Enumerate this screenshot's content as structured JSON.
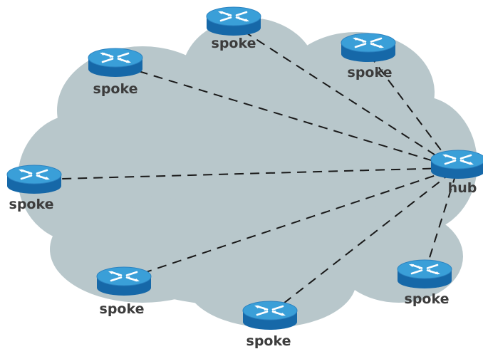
{
  "hub": {
    "label": "hub",
    "icon": "router-icon"
  },
  "spokes": [
    {
      "label": "spoke",
      "icon": "router-icon"
    },
    {
      "label": "spoke",
      "icon": "router-icon"
    },
    {
      "label": "spoke",
      "icon": "router-icon"
    },
    {
      "label": "spoke",
      "icon": "router-icon"
    },
    {
      "label": "spoke",
      "icon": "router-icon"
    },
    {
      "label": "spoke",
      "icon": "router-icon"
    },
    {
      "label": "spoke",
      "icon": "router-icon"
    }
  ],
  "colors": {
    "cloud": "#b8c7cb",
    "router_top": "#3a9fd8",
    "router_side": "#1668a8",
    "router_arrows": "#ffffff",
    "link": "#1a1a1a",
    "label": "#3c3c3c"
  }
}
